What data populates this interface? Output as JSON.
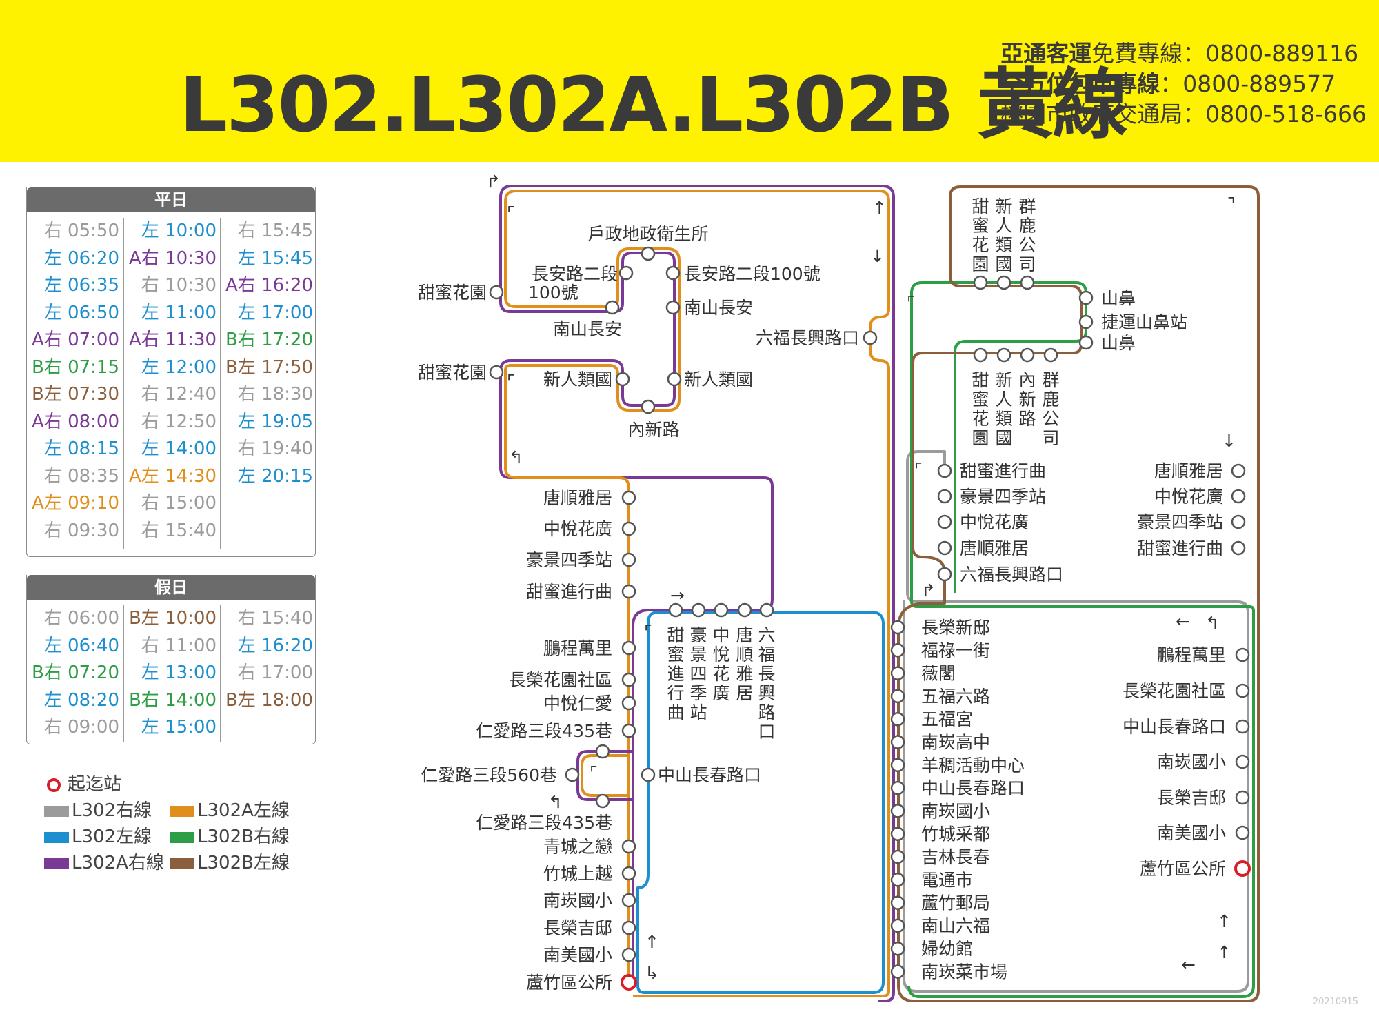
{
  "header": {
    "title": "L302.L302A.L302B 黃線",
    "hotlines": [
      {
        "name": "亞通客運",
        "suffix": "免費專線：0800-889116"
      },
      {
        "name": "全方位包車專線",
        "suffix": "：0800-889577"
      },
      {
        "name": "",
        "suffix": "桃園市政府交通局：0800-518-666"
      }
    ]
  },
  "colors": {
    "L302_right": "#9b9b9b",
    "L302_left": "#1d8fcf",
    "L302A_right": "#7b3996",
    "L302A_left": "#e08f1c",
    "L302B_right": "#2d9e46",
    "L302B_left": "#8b5e3c",
    "terminal": "#d81e28",
    "header_bg": "#fff200"
  },
  "weekday": {
    "title": "平日",
    "col1": [
      {
        "t": "右 05:50",
        "c": "L302_right"
      },
      {
        "t": "左 06:20",
        "c": "L302_left"
      },
      {
        "t": "左 06:35",
        "c": "L302_left"
      },
      {
        "t": "左 06:50",
        "c": "L302_left"
      },
      {
        "t": "A右 07:00",
        "c": "L302A_right"
      },
      {
        "t": "B右 07:15",
        "c": "L302B_right"
      },
      {
        "t": "B左 07:30",
        "c": "L302B_left"
      },
      {
        "t": "A右 08:00",
        "c": "L302A_right"
      },
      {
        "t": "左 08:15",
        "c": "L302_left"
      },
      {
        "t": "右 08:35",
        "c": "L302_right"
      },
      {
        "t": "A左 09:10",
        "c": "L302A_left"
      },
      {
        "t": "右 09:30",
        "c": "L302_right"
      }
    ],
    "col2": [
      {
        "t": "左 10:00",
        "c": "L302_left"
      },
      {
        "t": "A右 10:30",
        "c": "L302A_right"
      },
      {
        "t": "右 10:30",
        "c": "L302_right"
      },
      {
        "t": "左 11:00",
        "c": "L302_left"
      },
      {
        "t": "A右 11:30",
        "c": "L302A_right"
      },
      {
        "t": "左 12:00",
        "c": "L302_left"
      },
      {
        "t": "右 12:40",
        "c": "L302_right"
      },
      {
        "t": "右 12:50",
        "c": "L302_right"
      },
      {
        "t": "左 14:00",
        "c": "L302_left"
      },
      {
        "t": "A左 14:30",
        "c": "L302A_left"
      },
      {
        "t": "右 15:00",
        "c": "L302_right"
      },
      {
        "t": "右 15:40",
        "c": "L302_right"
      }
    ],
    "col3": [
      {
        "t": "右 15:45",
        "c": "L302_right"
      },
      {
        "t": "左 15:45",
        "c": "L302_left"
      },
      {
        "t": "A右 16:20",
        "c": "L302A_right"
      },
      {
        "t": "左 17:00",
        "c": "L302_left"
      },
      {
        "t": "B右 17:20",
        "c": "L302B_right"
      },
      {
        "t": "B左 17:50",
        "c": "L302B_left"
      },
      {
        "t": "右 18:30",
        "c": "L302_right"
      },
      {
        "t": "左 19:05",
        "c": "L302_left"
      },
      {
        "t": "右 19:40",
        "c": "L302_right"
      },
      {
        "t": "左 20:15",
        "c": "L302_left"
      }
    ]
  },
  "holiday": {
    "title": "假日",
    "col1": [
      {
        "t": "右 06:00",
        "c": "L302_right"
      },
      {
        "t": "左 06:40",
        "c": "L302_left"
      },
      {
        "t": "B右 07:20",
        "c": "L302B_right"
      },
      {
        "t": "左 08:20",
        "c": "L302_left"
      },
      {
        "t": "右 09:00",
        "c": "L302_right"
      }
    ],
    "col2": [
      {
        "t": "B左 10:00",
        "c": "L302B_left"
      },
      {
        "t": "右 11:00",
        "c": "L302_right"
      },
      {
        "t": "左 13:00",
        "c": "L302_left"
      },
      {
        "t": "B右 14:00",
        "c": "L302B_right"
      },
      {
        "t": "左 15:00",
        "c": "L302_left"
      }
    ],
    "col3": [
      {
        "t": "右 15:40",
        "c": "L302_right"
      },
      {
        "t": "左 16:20",
        "c": "L302_left"
      },
      {
        "t": "右 17:00",
        "c": "L302_right"
      },
      {
        "t": "B左 18:00",
        "c": "L302B_left"
      }
    ]
  },
  "legend": {
    "terminal": "起迄站",
    "items": [
      {
        "label": "L302右線",
        "c": "L302_right"
      },
      {
        "label": "L302A左線",
        "c": "L302A_left"
      },
      {
        "label": "L302左線",
        "c": "L302_left"
      },
      {
        "label": "L302B右線",
        "c": "L302B_right"
      },
      {
        "label": "L302A右線",
        "c": "L302A_right"
      },
      {
        "label": "L302B左線",
        "c": "L302B_left"
      }
    ]
  },
  "stations": {
    "huhu": "戶政地政衛生所",
    "changan_100_a": "長安路二段",
    "changan_100_b": "100號",
    "changan_100_r": "長安路二段100號",
    "nanshan_changan_l": "南山長安",
    "nanshan_changan_r": "南山長安",
    "liufu_changxing": "六福長興路口",
    "tianmi_huayuan_1": "甜蜜花園",
    "tianmi_huayuan_2": "甜蜜花園",
    "xinren_l": "新人類國",
    "xinren_r": "新人類國",
    "neixin": "內新路",
    "left_col": [
      "唐順雅居",
      "中悅花廣",
      "豪景四季站",
      "甜蜜進行曲"
    ],
    "vert_mid": [
      "甜蜜進行曲",
      "豪景四季站",
      "中悅花廣",
      "唐順雅居",
      "六福長興路口"
    ],
    "left_lower": [
      "鵬程萬里",
      "長榮花園社區",
      "中悅仁愛",
      "仁愛路三段435巷"
    ],
    "renai560": "仁愛路三段560巷",
    "zhongshan_changchun": "中山長春路口",
    "left_lower2": [
      "仁愛路三段435巷",
      "青城之戀",
      "竹城上越",
      "南崁國小",
      "長榮吉邸",
      "南美國小"
    ],
    "luzhu_office_l": "蘆竹區公所",
    "center_list": [
      "長榮新邸",
      "福祿一街",
      "薇閣",
      "五福六路",
      "五福宮",
      "南崁高中",
      "羊稠活動中心",
      "中山長春路口",
      "南崁國小",
      "竹城采都",
      "吉林長春",
      "電通市",
      "蘆竹郵局",
      "南山六福",
      "婦幼館",
      "南崁菜市場"
    ],
    "top_vert": [
      "甜蜜花園",
      "新人類國",
      "群鹿公司"
    ],
    "shanbi_1": "山鼻",
    "shanbi_mrt": "捷運山鼻站",
    "shanbi_2": "山鼻",
    "bot_vert": [
      "甜蜜花園",
      "新人類國",
      "內新路",
      "群鹿公司"
    ],
    "mid_right_l": [
      "甜蜜進行曲",
      "豪景四季站",
      "中悅花廣",
      "唐順雅居",
      "六福長興路口"
    ],
    "mid_right_r": [
      "唐順雅居",
      "中悅花廣",
      "豪景四季站",
      "甜蜜進行曲"
    ],
    "right_list": [
      "鵬程萬里",
      "長榮花園社區",
      "中山長春路口",
      "南崁國小",
      "長榮吉邸",
      "南美國小",
      "蘆竹區公所"
    ]
  },
  "version": "20210915"
}
